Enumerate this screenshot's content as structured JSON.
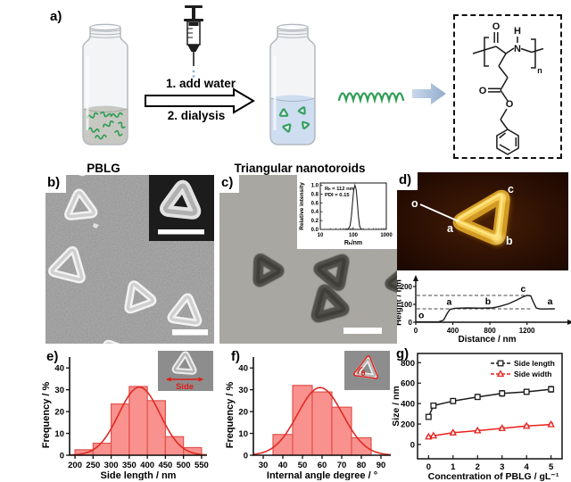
{
  "panels": {
    "a": {
      "label": "a)",
      "step1": "1. add water",
      "step2": "2. dialysis",
      "caption_left": "PBLG",
      "caption_right": "Triangular nanotoroids",
      "chem": {
        "o_top": "O",
        "h": "H",
        "n": "N",
        "repeat": "n",
        "o_dbl": "O",
        "o_ester": "O"
      }
    },
    "b": {
      "label": "b)"
    },
    "c": {
      "label": "c)"
    },
    "d": {
      "label": "d)",
      "afm_markers": {
        "o": "o",
        "a": "a",
        "b": "b",
        "c": "c"
      }
    },
    "e": {
      "label": "e)",
      "inset_label": "Side"
    },
    "f": {
      "label": "f)",
      "inset_label": "θ"
    },
    "g": {
      "label": "g)"
    }
  },
  "chart_data": [
    {
      "id": "dls",
      "type": "line",
      "xlabel": "Rₕ/nm",
      "ylabel": "Relative intensity",
      "xscale": "log",
      "xticks": [
        10,
        100,
        1000
      ],
      "yticks": [
        0.0,
        0.2,
        0.4,
        0.6,
        0.8,
        1.0
      ],
      "annotation": [
        "Rₕ = 112 nm",
        "PDI = 0.15"
      ],
      "points": [
        [
          10,
          0
        ],
        [
          50,
          0
        ],
        [
          70,
          0.01
        ],
        [
          80,
          0.08
        ],
        [
          88,
          0.3
        ],
        [
          95,
          0.62
        ],
        [
          103,
          0.9
        ],
        [
          112,
          1.0
        ],
        [
          122,
          0.9
        ],
        [
          132,
          0.62
        ],
        [
          143,
          0.3
        ],
        [
          155,
          0.08
        ],
        [
          170,
          0.01
        ],
        [
          200,
          0
        ],
        [
          1000,
          0
        ]
      ]
    },
    {
      "id": "height_profile",
      "type": "line",
      "xlabel": "Distance / nm",
      "ylabel": "Height / nm",
      "xticks": [
        0,
        400,
        800,
        1200
      ],
      "yticks": [
        0,
        100,
        200
      ],
      "xlim": [
        0,
        1560
      ],
      "ylim": [
        0,
        230
      ],
      "dashed_y": [
        75,
        150
      ],
      "marker_labels": [
        {
          "t": "o",
          "x": 60,
          "y": 22
        },
        {
          "t": "a",
          "x": 360,
          "y": 97
        },
        {
          "t": "b",
          "x": 780,
          "y": 100
        },
        {
          "t": "c",
          "x": 1160,
          "y": 170
        },
        {
          "t": "a",
          "x": 1450,
          "y": 100
        }
      ],
      "points": [
        [
          0,
          2
        ],
        [
          120,
          2
        ],
        [
          250,
          3
        ],
        [
          300,
          12
        ],
        [
          340,
          50
        ],
        [
          370,
          72
        ],
        [
          420,
          78
        ],
        [
          550,
          80
        ],
        [
          700,
          79
        ],
        [
          820,
          80
        ],
        [
          900,
          88
        ],
        [
          1000,
          103
        ],
        [
          1080,
          122
        ],
        [
          1150,
          140
        ],
        [
          1200,
          150
        ],
        [
          1240,
          148
        ],
        [
          1270,
          112
        ],
        [
          1300,
          80
        ],
        [
          1340,
          74
        ],
        [
          1500,
          75
        ]
      ]
    },
    {
      "id": "side_length_hist",
      "type": "bar",
      "xlabel": "Side length / nm",
      "ylabel": "Frequency / %",
      "bin_start": 200,
      "bin_width": 50,
      "values": [
        2.5,
        5.5,
        23.5,
        31.5,
        25,
        8.5,
        3.5
      ],
      "fit": {
        "mu": 378,
        "sigma": 57,
        "amp": 31.2
      },
      "xticks": [
        200,
        250,
        300,
        350,
        400,
        450,
        500,
        550
      ],
      "yticks": [
        0,
        10,
        20,
        30,
        40
      ],
      "xlim": [
        185,
        565
      ],
      "ylim": [
        0,
        45
      ]
    },
    {
      "id": "internal_angle_hist",
      "type": "bar",
      "xlabel": "Internal angle degree / °",
      "ylabel": "Frequency / %",
      "bin_start": 35,
      "bin_width": 10,
      "values": [
        9.5,
        32,
        29,
        22,
        8
      ],
      "fit": {
        "mu": 59,
        "sigma": 11.5,
        "amp": 31
      },
      "xticks": [
        30,
        40,
        50,
        60,
        70,
        80,
        90
      ],
      "yticks": [
        0,
        10,
        20,
        30,
        40
      ],
      "xlim": [
        25,
        95
      ],
      "ylim": [
        0,
        45
      ]
    },
    {
      "id": "size_vs_concentration",
      "type": "scatter",
      "xlabel": "Concentration of PBLG / gL⁻¹",
      "ylabel": "Size / nm",
      "xticks": [
        0,
        1,
        2,
        3,
        4,
        5
      ],
      "yticks": [
        0,
        200,
        400,
        600,
        800
      ],
      "xlim": [
        -0.45,
        5.45
      ],
      "ylim": [
        -140,
        890
      ],
      "series": [
        {
          "name": "Side length",
          "color": "#1a1a1a",
          "marker": "square",
          "points": [
            [
              0,
              270
            ],
            [
              0.2,
              380
            ],
            [
              1,
              425
            ],
            [
              2,
              465
            ],
            [
              3,
              500
            ],
            [
              4,
              515
            ],
            [
              5,
              540
            ]
          ],
          "errors": [
            20,
            22,
            25,
            25,
            28,
            25,
            28
          ]
        },
        {
          "name": "Side width",
          "color": "#e8201c",
          "marker": "triangle",
          "points": [
            [
              0,
              75
            ],
            [
              0.2,
              85
            ],
            [
              1,
              115
            ],
            [
              2,
              135
            ],
            [
              3,
              158
            ],
            [
              4,
              180
            ],
            [
              5,
              195
            ]
          ],
          "errors": [
            8,
            8,
            10,
            10,
            12,
            12,
            14
          ]
        }
      ]
    }
  ]
}
